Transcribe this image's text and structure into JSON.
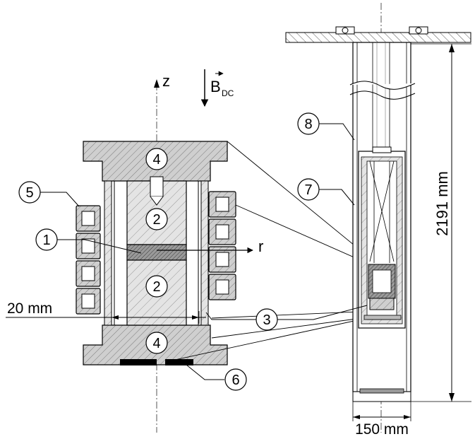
{
  "callouts": {
    "c1": "1",
    "c2_upper": "2",
    "c2_lower": "2",
    "c3": "3",
    "c4_top": "4",
    "c4_bottom": "4",
    "c5": "5",
    "c6": "6",
    "c7": "7",
    "c8": "8"
  },
  "axes": {
    "z": "z",
    "r": "r",
    "field_main": "B",
    "field_sub": "DC"
  },
  "dimensions": {
    "gap": "20 mm",
    "height": "2191 mm",
    "width": "150 mm"
  }
}
